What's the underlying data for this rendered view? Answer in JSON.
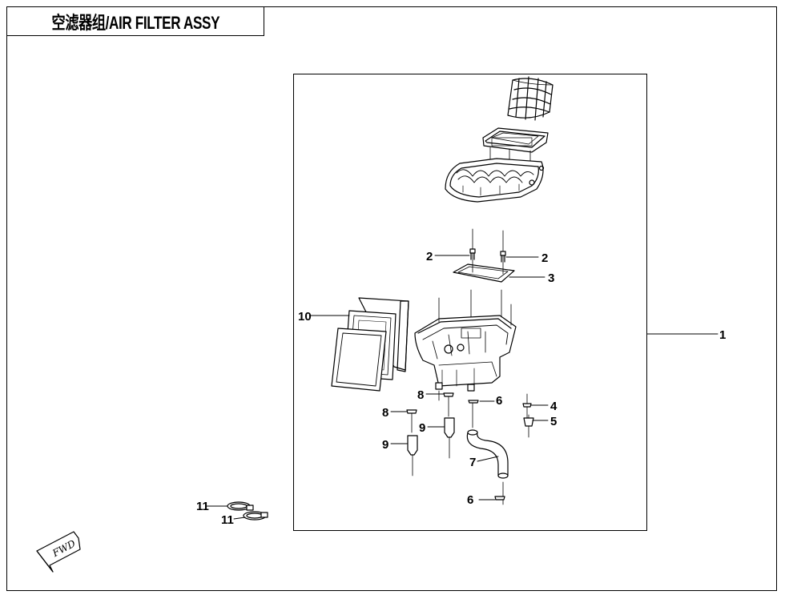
{
  "title": "空滤器组/AIR FILTER ASSY",
  "fwd_label": "FWD",
  "callouts": [
    {
      "id": "c1",
      "label": "1"
    },
    {
      "id": "c2a",
      "label": "2"
    },
    {
      "id": "c2b",
      "label": "2"
    },
    {
      "id": "c3",
      "label": "3"
    },
    {
      "id": "c4",
      "label": "4"
    },
    {
      "id": "c5",
      "label": "5"
    },
    {
      "id": "c6a",
      "label": "6"
    },
    {
      "id": "c6b",
      "label": "6"
    },
    {
      "id": "c7",
      "label": "7"
    },
    {
      "id": "c8a",
      "label": "8"
    },
    {
      "id": "c8b",
      "label": "8"
    },
    {
      "id": "c9a",
      "label": "9"
    },
    {
      "id": "c9b",
      "label": "9"
    },
    {
      "id": "c10",
      "label": "10"
    },
    {
      "id": "c11a",
      "label": "11"
    },
    {
      "id": "c11b",
      "label": "11"
    }
  ]
}
